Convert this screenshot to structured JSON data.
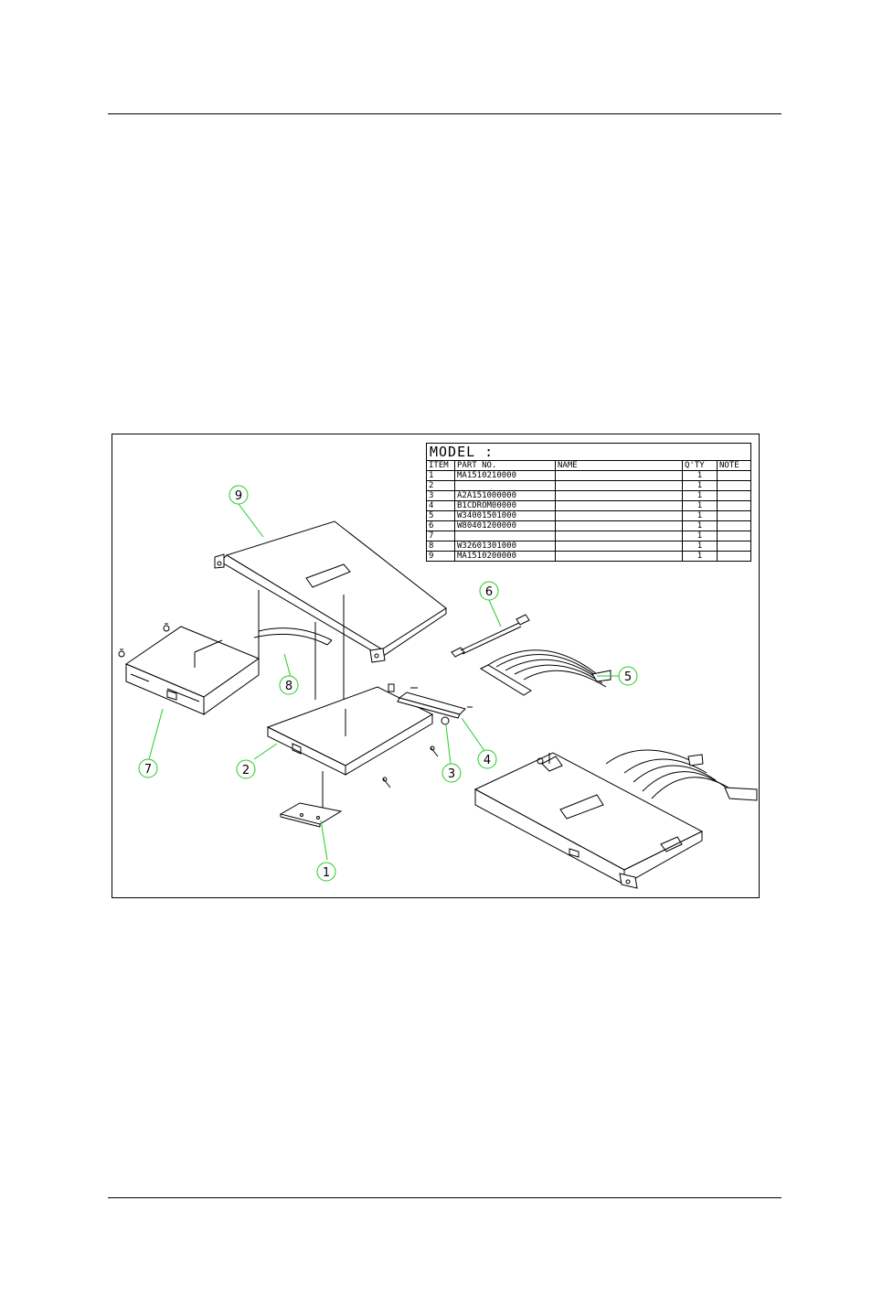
{
  "table": {
    "model_label": "MODEL  :",
    "headers": {
      "item": "ITEM",
      "part_no": "PART  NO.",
      "name": "NAME",
      "qty": "Q'TY",
      "note": "NOTE"
    },
    "rows": [
      {
        "item": "1",
        "part_no": "MA1510210000",
        "name": "",
        "qty": "1",
        "note": ""
      },
      {
        "item": "2",
        "part_no": "",
        "name": "",
        "qty": "1",
        "note": ""
      },
      {
        "item": "3",
        "part_no": "A2A151000000",
        "name": "",
        "qty": "1",
        "note": ""
      },
      {
        "item": "4",
        "part_no": "B1CDROM00000",
        "name": "",
        "qty": "1",
        "note": ""
      },
      {
        "item": "5",
        "part_no": "W34001501000",
        "name": "",
        "qty": "1",
        "note": ""
      },
      {
        "item": "6",
        "part_no": "W80401200000",
        "name": "",
        "qty": "1",
        "note": ""
      },
      {
        "item": "7",
        "part_no": "",
        "name": "",
        "qty": "1",
        "note": ""
      },
      {
        "item": "8",
        "part_no": "W32601301000",
        "name": "",
        "qty": "1",
        "note": ""
      },
      {
        "item": "9",
        "part_no": "MA1510200000",
        "name": "",
        "qty": "1",
        "note": ""
      }
    ]
  },
  "callouts": {
    "c1": "1",
    "c2": "2",
    "c3": "3",
    "c4": "4",
    "c5": "5",
    "c6": "6",
    "c7": "7",
    "c8": "8",
    "c9": "9"
  },
  "colors": {
    "callout": "#22cc22",
    "line": "#000000"
  }
}
